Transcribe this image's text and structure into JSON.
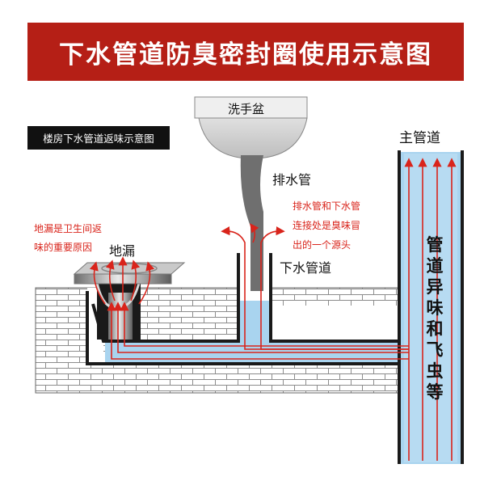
{
  "title": "下水管道防臭密封圈使用示意图",
  "subtitle": "楼房下水管道返味示意图",
  "labels": {
    "wash_basin": "洗手盆",
    "drain_pipe": "排水管",
    "floor_drain": "地漏",
    "sewer_pipe": "下水管道",
    "main_pipe": "主管道"
  },
  "notes": {
    "floor_drain_line1": "地漏是卫生间返",
    "floor_drain_line2": "味的重要原因",
    "joint_line1": "排水管和下水管",
    "joint_line2": "连接处是臭味冒",
    "joint_line3": "出的一个源头"
  },
  "main_pipe_caption": [
    "管",
    "道",
    "异",
    "味",
    "和",
    "飞",
    "虫",
    "等"
  ],
  "colors": {
    "banner": "#b51f16",
    "arrow": "#d9241b",
    "water": "#a9d4ef",
    "wall": "#ffffff",
    "brick_line": "#8c8c8c"
  }
}
